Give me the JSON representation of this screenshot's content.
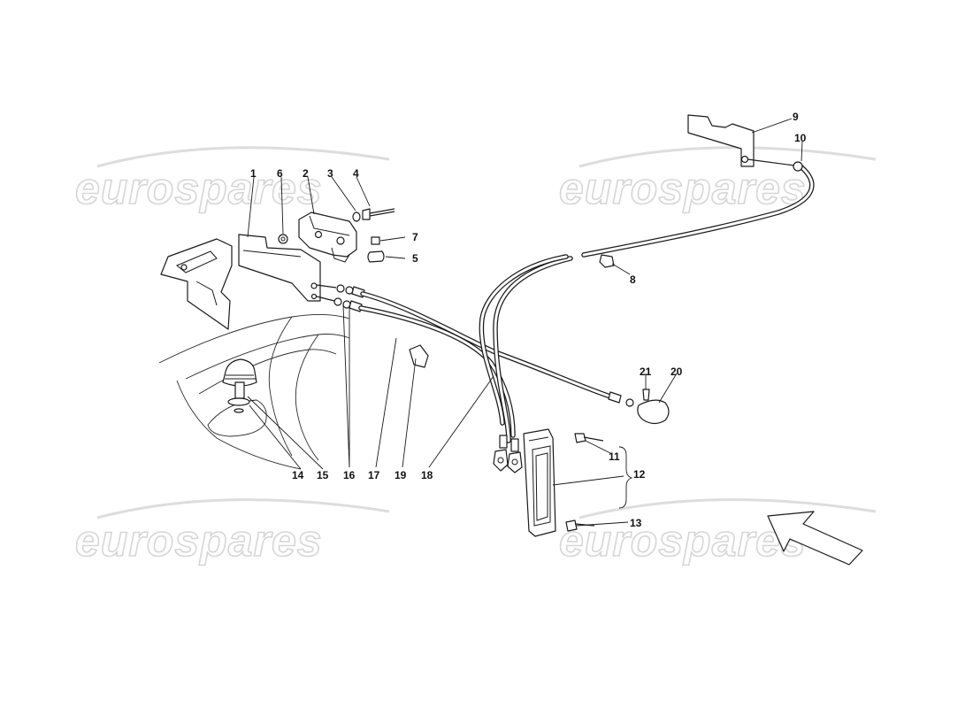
{
  "watermark": "eurospares",
  "labels": {
    "p1": "1",
    "p2": "2",
    "p3": "3",
    "p4": "4",
    "p5": "5",
    "p6": "6",
    "p7": "7",
    "p8": "8",
    "p9": "9",
    "p10": "10",
    "p11": "11",
    "p12": "12",
    "p13": "13",
    "p14": "14",
    "p15": "15",
    "p16": "16",
    "p17": "17",
    "p18": "18",
    "p19": "19",
    "p20": "20",
    "p21": "21"
  }
}
